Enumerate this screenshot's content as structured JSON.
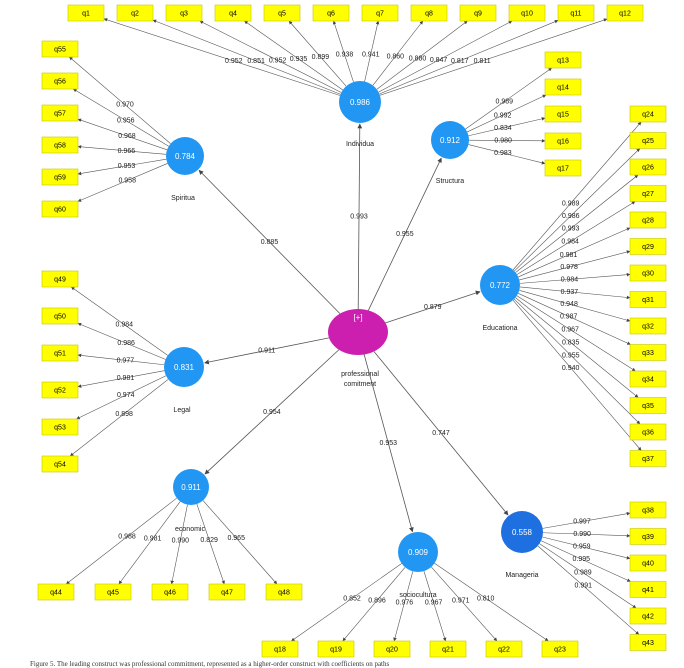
{
  "central": {
    "label": "[+]",
    "name_line1": "professional",
    "name_line2": "comitment",
    "color": "#cc1fb0"
  },
  "constructs": [
    {
      "id": "individua",
      "name": "Individua",
      "value": "0.986",
      "color": "#2196f3",
      "path_coef": "0.993",
      "indicators": [
        "q1",
        "q2",
        "q3",
        "q4",
        "q5",
        "q6",
        "q7",
        "q8",
        "q9",
        "q10",
        "q11",
        "q12"
      ],
      "loadings": [
        "0.952",
        "0.851",
        "0.952",
        "0.935",
        "0.899",
        "0.938",
        "0.941",
        "0.860",
        "0.880",
        "0.847",
        "0.817",
        "0.811"
      ]
    },
    {
      "id": "structura",
      "name": "Structura",
      "value": "0.912",
      "color": "#2196f3",
      "path_coef": "0.955",
      "indicators": [
        "q13",
        "q14",
        "q15",
        "q16",
        "q17"
      ],
      "loadings": [
        "0.989",
        "0.992",
        "0.834",
        "0.980",
        "0.983"
      ]
    },
    {
      "id": "spiritua",
      "name": "Spiritua",
      "value": "0.784",
      "color": "#2196f3",
      "path_coef": "0.885",
      "indicators": [
        "q55",
        "q56",
        "q57",
        "q58",
        "q59",
        "q60"
      ],
      "loadings": [
        "0.970",
        "0.956",
        "0.968",
        "0.966",
        "0.953",
        "0.958"
      ]
    },
    {
      "id": "educationa",
      "name": "Educationa",
      "value": "0.772",
      "color": "#2196f3",
      "path_coef": "0.879",
      "indicators": [
        "q24",
        "q25",
        "q26",
        "q27",
        "q28",
        "q29",
        "q30",
        "q31",
        "q32",
        "q33",
        "q34",
        "q35",
        "q36",
        "q37"
      ],
      "loadings": [
        "0.989",
        "0.986",
        "0.993",
        "0.984",
        "0.981",
        "0.978",
        "0.984",
        "0.937",
        "0.948",
        "0.987",
        "0.967",
        "0.835",
        "0.955",
        "0.940"
      ]
    },
    {
      "id": "legal",
      "name": "Legal",
      "value": "0.831",
      "color": "#2196f3",
      "path_coef": "0.911",
      "indicators": [
        "q49",
        "q50",
        "q51",
        "q52",
        "q53",
        "q54"
      ],
      "loadings": [
        "0.984",
        "0.986",
        "0.977",
        "0.981",
        "0.974",
        "0.898"
      ]
    },
    {
      "id": "economic",
      "name": "economic",
      "value": "0.911",
      "color": "#2196f3",
      "path_coef": "0.954",
      "indicators": [
        "q44",
        "q45",
        "q46",
        "q47",
        "q48"
      ],
      "loadings": [
        "0.988",
        "0.981",
        "0.990",
        "0.829",
        "0.965"
      ]
    },
    {
      "id": "sociocultura",
      "name": "sociocultura",
      "value": "0.909",
      "color": "#2196f3",
      "path_coef": "0.953",
      "indicators": [
        "q18",
        "q19",
        "q20",
        "q21",
        "q22",
        "q23"
      ],
      "loadings": [
        "0.852",
        "0.896",
        "0.976",
        "0.967",
        "0.971",
        "0.810"
      ]
    },
    {
      "id": "manageria",
      "name": "Manageria",
      "value": "0.558",
      "color": "#1e6fe0",
      "path_coef": "0.747",
      "indicators": [
        "q38",
        "q39",
        "q40",
        "q41",
        "q42",
        "q43"
      ],
      "loadings": [
        "0.997",
        "0.990",
        "0.959",
        "0.995",
        "0.989",
        "0.991"
      ]
    }
  ],
  "caption": "Figure 5. The leading construct was professional commitment, represented as a higher-order construct with coefficients on paths"
}
